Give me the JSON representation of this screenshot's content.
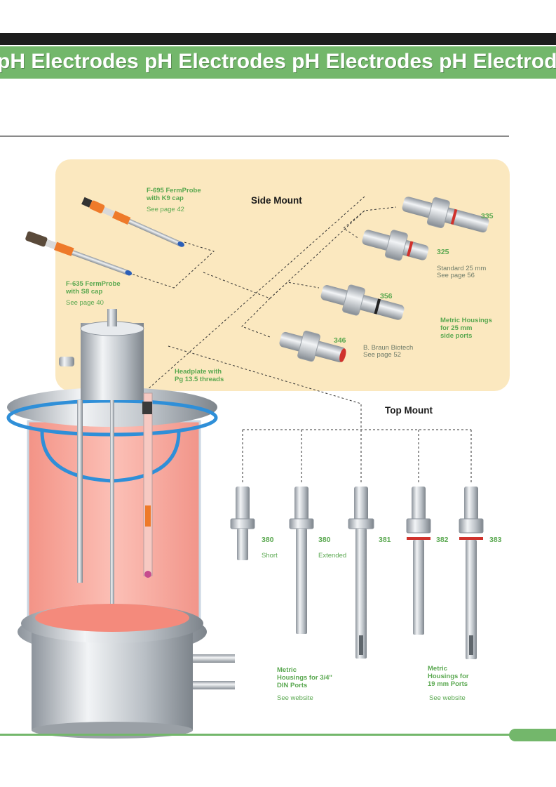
{
  "banner": {
    "text": "pH Electrodes pH Electrodes pH Electrodes pH Electrodes pH Electrodes"
  },
  "side_mount": {
    "heading": "Side Mount",
    "probe_695": {
      "line1": "F-695 FermProbe",
      "line2": "with K9 cap",
      "ref": "See page 42"
    },
    "probe_635": {
      "line1": "F-635 FermProbe",
      "line2": "with S8 cap",
      "ref": "See page 40"
    },
    "housing_335": "335",
    "housing_325": "325",
    "standard": {
      "line1": "Standard 25 mm",
      "line2": "See page 56"
    },
    "housing_356": "356",
    "metric25": {
      "line1": "Metric Housings",
      "line2": "for 25 mm",
      "line3": "side ports"
    },
    "housing_346": "346",
    "braun": {
      "line1": "B. Braun Biotech",
      "line2": "See page 52"
    },
    "headplate": {
      "line1": "Headplate with",
      "line2": "Pg 13.5 threads"
    }
  },
  "top_mount": {
    "heading": "Top Mount",
    "items": [
      {
        "num": "380",
        "sub": "Short"
      },
      {
        "num": "380",
        "sub": "Extended"
      },
      {
        "num": "381",
        "sub": ""
      },
      {
        "num": "382",
        "sub": ""
      },
      {
        "num": "383",
        "sub": ""
      }
    ],
    "din": {
      "line1": "Metric",
      "line2": "Housings for 3/4\"",
      "line3": "DIN Ports",
      "ref": "See website"
    },
    "mm19": {
      "line1": "Metric",
      "line2": "Housings for",
      "line3": "19 mm Ports",
      "ref": "See website"
    }
  },
  "colors": {
    "green": "#73b76b",
    "panel": "#fbe8bf",
    "label_green": "#5aa850",
    "liquid": "#f48a7c",
    "gasket": "#2f8fd8"
  }
}
